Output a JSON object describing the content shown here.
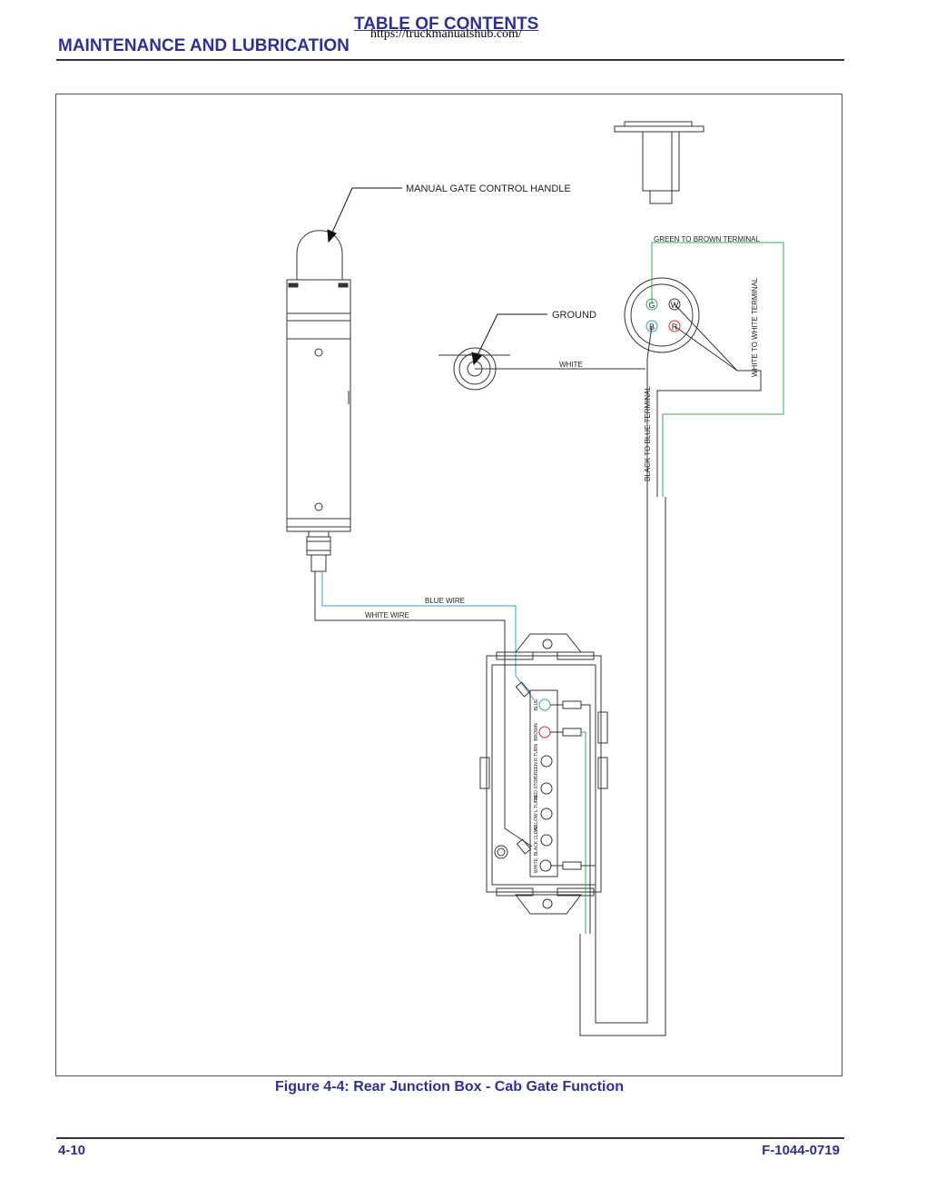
{
  "header": {
    "toc_link": "TABLE OF CONTENTS",
    "url": "https://truckmanualshub.com/",
    "section_title": "MAINTENANCE AND LUBRICATION"
  },
  "figure": {
    "caption": "Figure 4-4:  Rear Junction Box - Cab Gate Function",
    "labels": {
      "handle": "MANUAL GATE CONTROL HANDLE",
      "ground": "GROUND",
      "white": "WHITE",
      "green_to_brown": "GREEN TO BROWN TERMINAL",
      "white_to_white": "WHITE TO WHITE TERMINAL",
      "black_to_blue": "BLACK TO BLUE TERMINAL",
      "blue_wire": "BLUE WIRE",
      "white_wire": "WHITE WIRE"
    },
    "connector_pins": [
      "G",
      "W",
      "B",
      "R"
    ],
    "terminals": [
      "BLUE",
      "BROWN",
      "GREEN R.TURN",
      "RED STOP",
      "YELLOW L.TURN",
      "BLACK CLEAR",
      "WHITE"
    ],
    "colors": {
      "accent": "#2e3192",
      "green_wire": "#3aa65a",
      "blue_wire": "#2aa6c8",
      "red_pin": "#d23030"
    }
  },
  "footer": {
    "page_number": "4-10",
    "doc_number": "F-1044-0719"
  }
}
